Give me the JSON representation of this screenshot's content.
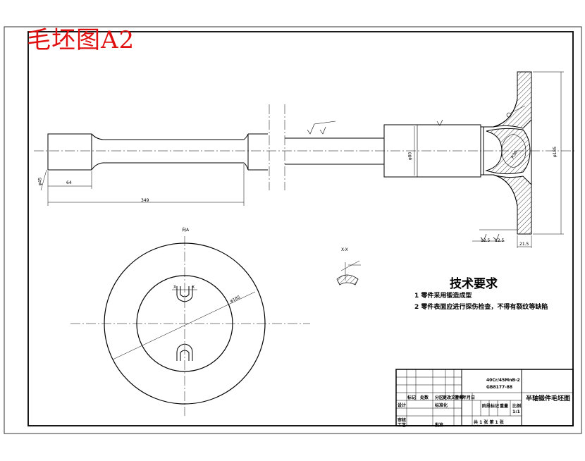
{
  "drawing_title": "毛坯图A2",
  "tech": {
    "title": "技术要求",
    "line1": "1 零件采用锻造成型",
    "line2": "2 零件表面应进行探伤检查，不得有裂纹等缺陷"
  },
  "dims": {
    "d_left": "φ45",
    "len_short": "64",
    "len_long": "349",
    "d_mid": "φ80",
    "d_flange": "φ185",
    "flange_thk": "21.5",
    "ra1": "12.5",
    "ra2": "12.5",
    "r_val": "R30",
    "section_lbl": "X-X",
    "view_lbl": "向A",
    "ring_d": "φ185",
    "x_left": "X",
    "x_right": "X"
  },
  "title_block": {
    "material": "40Cr/45MnB-2",
    "standard": "GB8177-88",
    "part_name": "半轴锻件毛坯图",
    "col_mark": "标记",
    "col_count": "处数",
    "col_zone": "分区",
    "col_doc": "更改文件号",
    "col_sign": "签名",
    "col_date": "年月日",
    "design": "设计",
    "standardize": "标准化",
    "stage_mark": "阶段标记",
    "weight": "重量",
    "scale": "比例",
    "scale_val": "1:1",
    "review": "审核",
    "process": "工艺",
    "approve": "批准",
    "sheets": "共 1 张 第 1 张"
  }
}
